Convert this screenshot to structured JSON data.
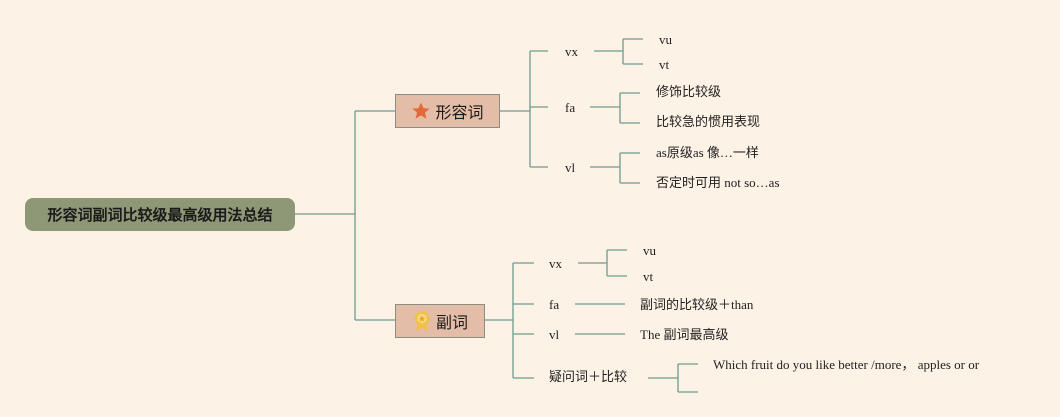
{
  "root": {
    "label": "形容词副词比较级最高级用法总结"
  },
  "adjective": {
    "label": "形容词",
    "icon": "star-icon",
    "icon_color": "#e2693a",
    "vx": {
      "label": "vx",
      "children": [
        "vu",
        "vt"
      ]
    },
    "fa": {
      "label": "fa",
      "children": [
        "修饰比较级",
        "比较急的惯用表现"
      ]
    },
    "vl": {
      "label": "vl",
      "children": [
        "as原级as 像…一样",
        "否定时可用 not so…as"
      ]
    }
  },
  "adverb": {
    "label": "副词",
    "icon": "medal-icon",
    "icon_color": "#f1c04a",
    "vx": {
      "label": "vx",
      "children": [
        "vu",
        "vt"
      ]
    },
    "fa": {
      "label": "fa",
      "child": "副词的比较级＋than"
    },
    "vl": {
      "label": "vl",
      "child": "The 副词最高级"
    },
    "question": {
      "label": "疑问词＋比较",
      "child": "Which fruit do you like better /more， apples or or"
    }
  },
  "colors": {
    "background": "#fdf2e6",
    "line": "#6f9a8f",
    "root": "#8e9877",
    "main": "#e3bda7"
  }
}
